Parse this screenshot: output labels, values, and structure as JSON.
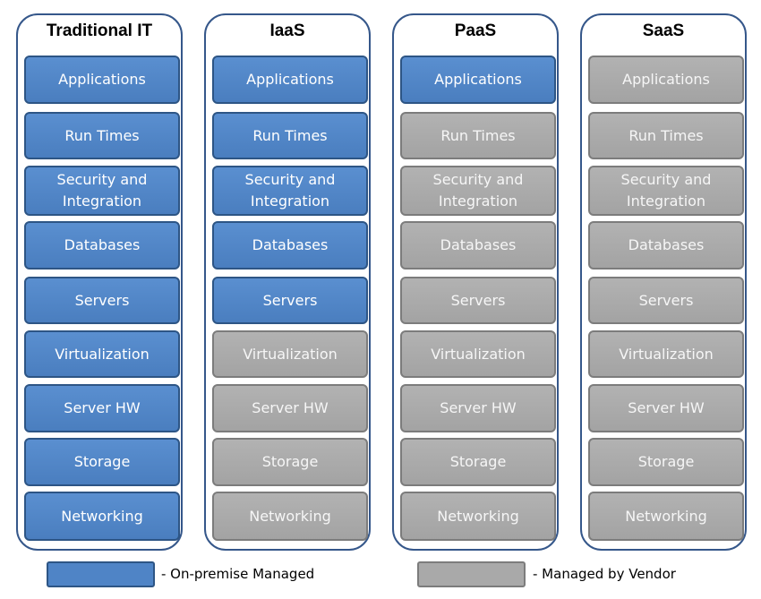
{
  "columns": [
    {
      "title": "Traditional IT",
      "layers": [
        {
          "label": "Applications",
          "managed_by": "on-premise"
        },
        {
          "label": "Run Times",
          "managed_by": "on-premise"
        },
        {
          "label": "Security and\nIntegration",
          "managed_by": "on-premise"
        },
        {
          "label": "Databases",
          "managed_by": "on-premise"
        },
        {
          "label": "Servers",
          "managed_by": "on-premise"
        },
        {
          "label": "Virtualization",
          "managed_by": "on-premise"
        },
        {
          "label": "Server  HW",
          "managed_by": "on-premise"
        },
        {
          "label": "Storage",
          "managed_by": "on-premise"
        },
        {
          "label": "Networking",
          "managed_by": "on-premise"
        }
      ]
    },
    {
      "title": "IaaS",
      "layers": [
        {
          "label": "Applications",
          "managed_by": "on-premise"
        },
        {
          "label": "Run Times",
          "managed_by": "on-premise"
        },
        {
          "label": "Security and\nIntegration",
          "managed_by": "on-premise"
        },
        {
          "label": "Databases",
          "managed_by": "on-premise"
        },
        {
          "label": "Servers",
          "managed_by": "on-premise"
        },
        {
          "label": "Virtualization",
          "managed_by": "vendor"
        },
        {
          "label": "Server  HW",
          "managed_by": "vendor"
        },
        {
          "label": "Storage",
          "managed_by": "vendor"
        },
        {
          "label": "Networking",
          "managed_by": "vendor"
        }
      ]
    },
    {
      "title": "PaaS",
      "layers": [
        {
          "label": "Applications",
          "managed_by": "on-premise"
        },
        {
          "label": "Run Times",
          "managed_by": "vendor"
        },
        {
          "label": "Security and\nIntegration",
          "managed_by": "vendor"
        },
        {
          "label": "Databases",
          "managed_by": "vendor"
        },
        {
          "label": "Servers",
          "managed_by": "vendor"
        },
        {
          "label": "Virtualization",
          "managed_by": "vendor"
        },
        {
          "label": "Server  HW",
          "managed_by": "vendor"
        },
        {
          "label": "Storage",
          "managed_by": "vendor"
        },
        {
          "label": "Networking",
          "managed_by": "vendor"
        }
      ]
    },
    {
      "title": "SaaS",
      "layers": [
        {
          "label": "Applications",
          "managed_by": "vendor"
        },
        {
          "label": "Run Times",
          "managed_by": "vendor"
        },
        {
          "label": "Security and\nIntegration",
          "managed_by": "vendor"
        },
        {
          "label": "Databases",
          "managed_by": "vendor"
        },
        {
          "label": "Servers",
          "managed_by": "vendor"
        },
        {
          "label": "Virtualization",
          "managed_by": "vendor"
        },
        {
          "label": "Server  HW",
          "managed_by": "vendor"
        },
        {
          "label": "Storage",
          "managed_by": "vendor"
        },
        {
          "label": "Networking",
          "managed_by": "vendor"
        }
      ]
    }
  ],
  "legend": {
    "on_premise": "- On-premise Managed",
    "vendor": "- Managed by Vendor"
  },
  "colors": {
    "on_premise": "#4f84c6",
    "vendor": "#a9a9a9",
    "column_border": "#35578a"
  }
}
